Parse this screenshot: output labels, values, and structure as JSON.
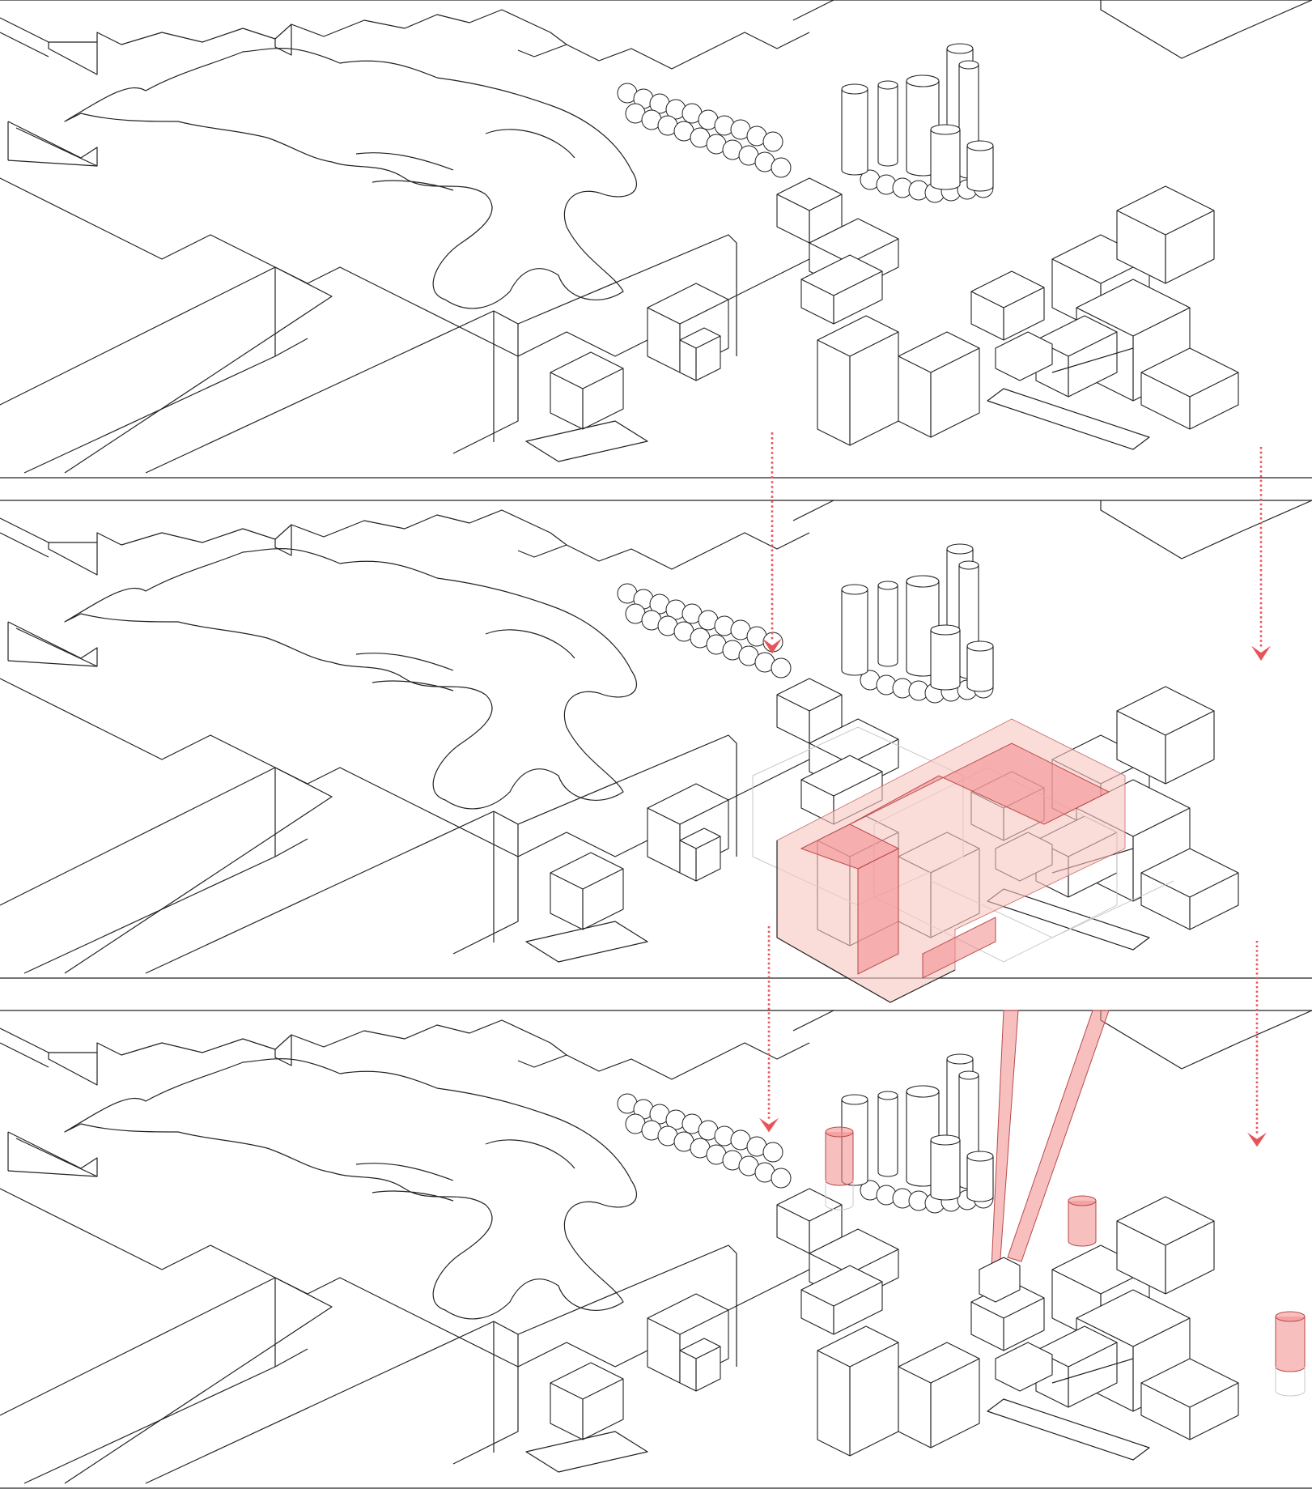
{
  "colors": {
    "line": "#222222",
    "accent": "#e8535a",
    "accent_fill": "#f28b8b",
    "ghost": "#c9c9c9",
    "background": "#ffffff"
  },
  "panels": [
    {
      "name": "panel-existing-city",
      "overlay": "none"
    },
    {
      "name": "panel-urban-block-intervention",
      "overlay": "highlighted-block"
    },
    {
      "name": "panel-vertical-connections",
      "overlay": "ribbons-and-towers"
    }
  ],
  "icons": [
    "down-arrow-icon"
  ]
}
